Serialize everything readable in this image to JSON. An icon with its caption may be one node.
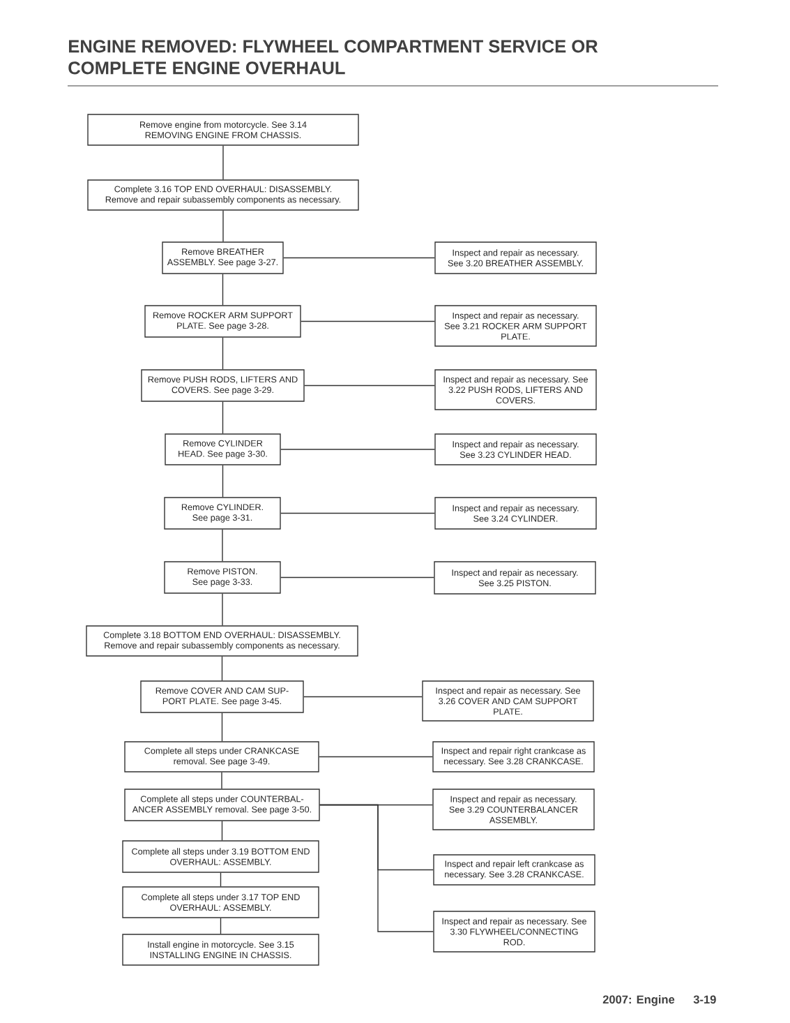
{
  "diagram": {
    "title": "ENGINE REMOVED: FLYWHEEL COMPARTMENT SERVICE OR COMPLETE ENGINE OVERHAUL",
    "nodes": [
      {
        "text": [
          "Remove engine from motorcycle. See 3.14 REMOVING ENGINE FROM CHASSIS."
        ]
      },
      {
        "text": [
          "Complete 3.16 TOP END OVERHAUL: DISASSEMBLY. Remove and repair subassembly components as necessary."
        ]
      },
      {
        "text": [
          "Remove BREATHER ASSEMBLY. See page 3-27."
        ]
      },
      {
        "text": [
          "Inspect and repair as necessary. See 3.20 BREATHER ASSEMBLY."
        ]
      },
      {
        "text": [
          "Remove ROCKER ARM SUPPORT PLATE. See page 3-28."
        ]
      },
      {
        "text": [
          "Inspect and repair as necessary. See 3.21 ROCKER ARM SUPPORT PLATE."
        ]
      },
      {
        "text": [
          "Remove PUSH RODS, LIFTERS AND COVERS. See page 3-29."
        ]
      },
      {
        "text": [
          "Inspect and repair as necessary. See 3.22 PUSH RODS, LIFTERS AND COVERS."
        ]
      },
      {
        "text": [
          "Remove CYLINDER HEAD. See page 3-30."
        ]
      },
      {
        "text": [
          "Inspect and repair as necessary. See 3.23 CYLINDER HEAD."
        ]
      },
      {
        "text": [
          "Remove CYLINDER. See page 3-31."
        ]
      },
      {
        "text": [
          "Inspect and repair as necessary. See 3.24 CYLINDER."
        ]
      },
      {
        "text": [
          "Remove PISTON. See page 3-33."
        ]
      },
      {
        "text": [
          "Inspect and repair as necessary. See 3.25 PISTON."
        ]
      },
      {
        "text": [
          "Complete 3.18 BOTTOM END OVERHAUL: DISASSEMBLY. Remove and repair subassembly components as necessary."
        ]
      },
      {
        "text": [
          "Remove COVER AND CAM SUP- PORT PLATE. See page 3-45."
        ]
      },
      {
        "text": [
          "Inspect and repair as necessary. See 3.26 COVER AND CAM SUPPORT PLATE."
        ]
      },
      {
        "text": [
          "Complete all steps under CRANKCASE removal. See page 3-49."
        ]
      },
      {
        "text": [
          "Inspect and repair right crankcase as necessary. See 3.28 CRANKCASE."
        ]
      },
      {
        "text": [
          "Complete all steps under COUNTERBAL- ANCER ASSEMBLY removal. See page 3-50."
        ]
      },
      {
        "text": [
          "Inspect and repair as necessary. See 3.29 COUNTERBALANCER ASSEMBLY."
        ]
      },
      {
        "text": [
          "Complete all steps under 3.19 BOTTOM END OVERHAUL: ASSEMBLY."
        ]
      },
      {
        "text": [
          "Inspect and repair left crankcase as necessary. See 3.28 CRANKCASE."
        ]
      },
      {
        "text": [
          "Complete all steps under 3.17 TOP END OVERHAUL: ASSEMBLY."
        ]
      },
      {
        "text": [
          "Inspect and repair as necessary. See 3.30 FLYWHEEL/CONNECTING ROD."
        ]
      },
      {
        "text": [
          "Install engine in motorcycle. See 3.15 INSTALLING ENGINE IN CHASSIS."
        ]
      }
    ],
    "edges": [
      {
        "from": 0,
        "to": 1,
        "arrow": "none"
      },
      {
        "from": 1,
        "to": 2,
        "arrow": "none"
      },
      {
        "from": 2,
        "to": 3,
        "arrow": "none"
      },
      {
        "from": 2,
        "to": 4,
        "arrow": "none"
      },
      {
        "from": 4,
        "to": 5,
        "arrow": "none"
      },
      {
        "from": 4,
        "to": 6,
        "arrow": "none"
      },
      {
        "from": 6,
        "to": 7,
        "arrow": "none"
      },
      {
        "from": 6,
        "to": 8,
        "arrow": "none"
      },
      {
        "from": 8,
        "to": 9,
        "arrow": "none"
      },
      {
        "from": 8,
        "to": 10,
        "arrow": "none"
      },
      {
        "from": 10,
        "to": 11,
        "arrow": "none"
      },
      {
        "from": 10,
        "to": 12,
        "arrow": "none"
      },
      {
        "from": 12,
        "to": 13,
        "arrow": "none"
      },
      {
        "from": 12,
        "to": 14,
        "arrow": "none"
      },
      {
        "from": 14,
        "to": 15,
        "arrow": "none"
      },
      {
        "from": 15,
        "to": 16,
        "arrow": "none"
      },
      {
        "from": 15,
        "to": 17,
        "arrow": "none"
      },
      {
        "from": 17,
        "to": 18,
        "arrow": "none"
      },
      {
        "from": 17,
        "to": 19,
        "arrow": "none"
      },
      {
        "from": 19,
        "to": 20,
        "arrow": "none"
      },
      {
        "from": 19,
        "to": 22,
        "arrow": "none"
      },
      {
        "from": 19,
        "to": 24,
        "arrow": "none"
      },
      {
        "from": 19,
        "to": 21,
        "arrow": "none"
      },
      {
        "from": 21,
        "to": 23,
        "arrow": "none"
      },
      {
        "from": 23,
        "to": 25,
        "arrow": "none"
      }
    ],
    "labels": [
      "2007: Engine",
      "3-19"
    ]
  }
}
